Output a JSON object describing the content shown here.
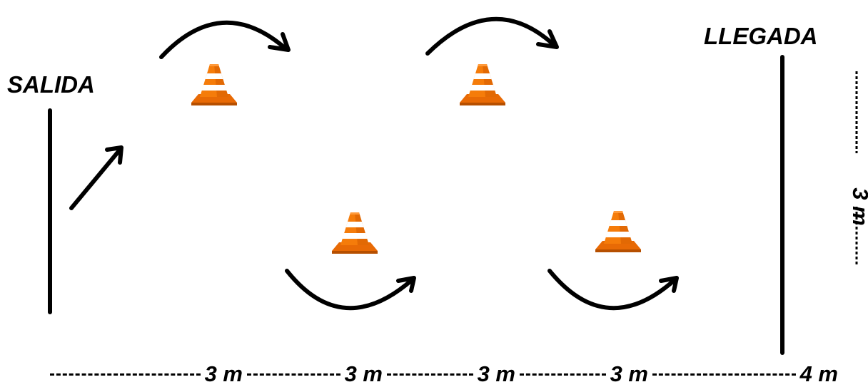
{
  "labels": {
    "start": "SALIDA",
    "finish": "LLEGADA"
  },
  "distances": {
    "segments": [
      "3 m",
      "3 m",
      "3 m",
      "3 m",
      "4 m"
    ],
    "width": "3 m"
  },
  "colors": {
    "cone_orange": "#f57c0a",
    "cone_orange_dark": "#d15a00",
    "cone_stripe": "#ffffff",
    "line": "#000000"
  },
  "icons": [
    "traffic-cone-icon",
    "arrow-icon"
  ]
}
